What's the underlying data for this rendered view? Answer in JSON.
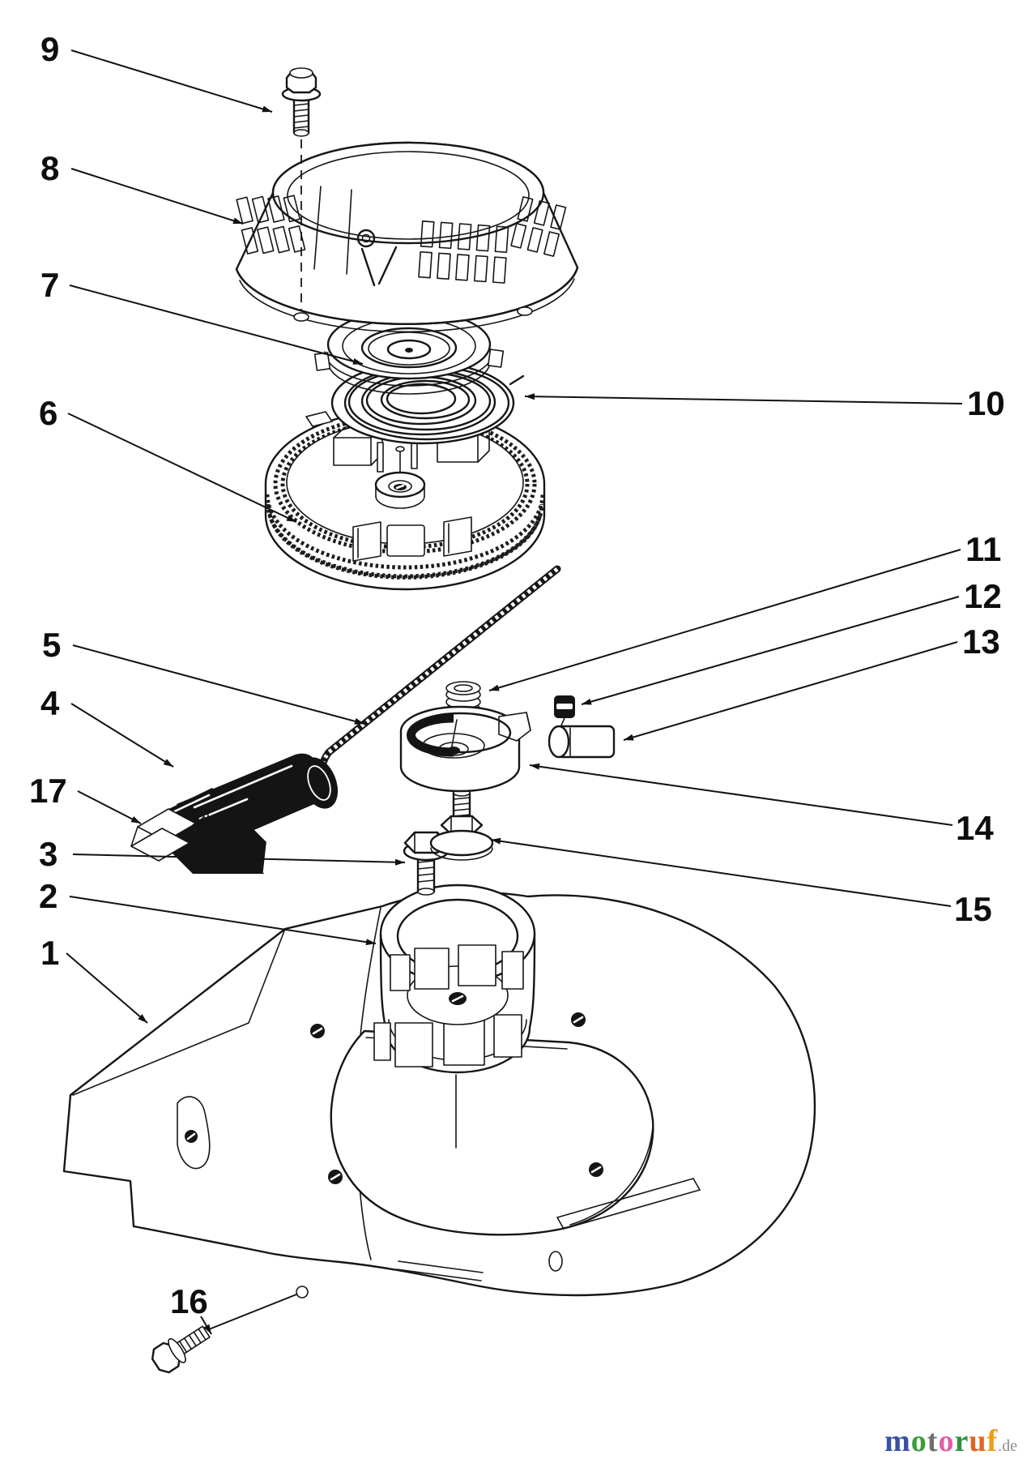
{
  "diagram": {
    "callouts": [
      "9",
      "8",
      "7",
      "6",
      "5",
      "4",
      "17",
      "3",
      "2",
      "1",
      "10",
      "11",
      "12",
      "13",
      "14",
      "15",
      "16"
    ]
  },
  "watermark": {
    "letters": [
      {
        "ch": "m",
        "color": "#3751a5"
      },
      {
        "ch": "o",
        "color": "#3a9e3a"
      },
      {
        "ch": "t",
        "color": "#6f6f6f"
      },
      {
        "ch": "o",
        "color": "#e060a8"
      },
      {
        "ch": "r",
        "color": "#2f8f45"
      },
      {
        "ch": "u",
        "color": "#e2641f"
      },
      {
        "ch": "f",
        "color": "#f09c1a"
      }
    ],
    "suffix": ".de",
    "suffix_color": "#8c8c8c"
  }
}
